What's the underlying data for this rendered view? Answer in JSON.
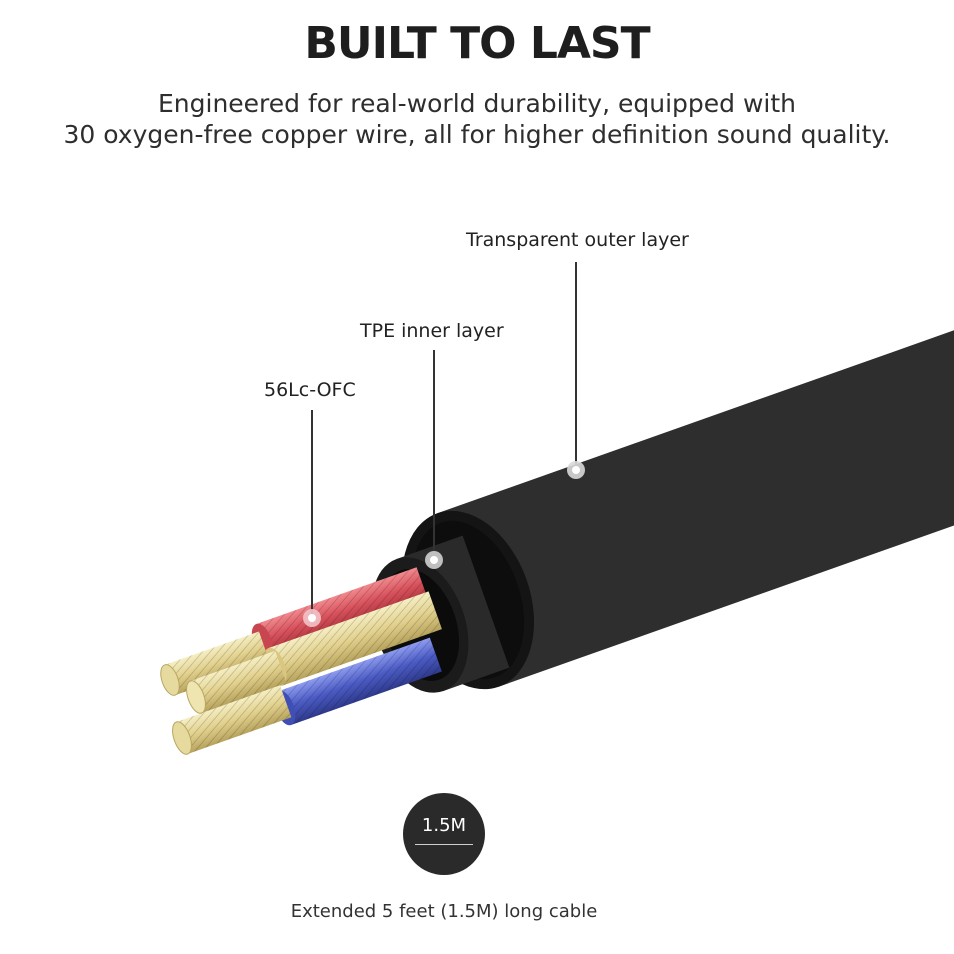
{
  "header": {
    "title": "BUILT TO LAST",
    "subtitle_line1": "Engineered for real-world durability, equipped with",
    "subtitle_line2": "30 oxygen-free copper wire, all for higher definition sound quality."
  },
  "callouts": {
    "outer": "Transparent outer layer",
    "inner": "TPE inner layer",
    "core": "56Lc-OFC"
  },
  "badge": {
    "length": "1.5M"
  },
  "footer": {
    "caption": "Extended 5 feet (1.5M) long cable"
  },
  "colors": {
    "cable_black": "#1c1c1c",
    "red_wire": "#d9545c",
    "blue_wire": "#4b5bc4",
    "gold_wire": "#e3d596"
  }
}
